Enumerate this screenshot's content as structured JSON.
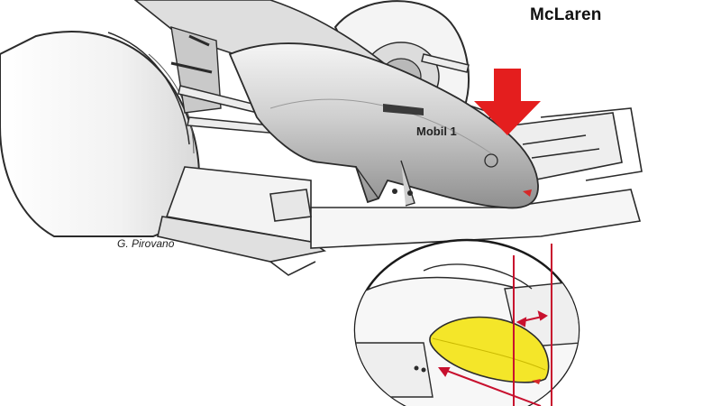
{
  "labels": {
    "team": "McLaren",
    "artist": "G. Pirovano",
    "nose_sponsor": "Mobil 1"
  },
  "colors": {
    "arrow": "#e41e1e",
    "highlight": "#f4e629",
    "measure_lines": "#c8102e",
    "nose_tip": "#d62828",
    "body_light": "#e9e9e9",
    "body_mid": "#bdbdbd",
    "body_dark": "#8c8c8c",
    "outline": "#2b2b2b"
  },
  "icons": {
    "main": "f1-car-front-illustration",
    "indicator": "down-arrow-icon",
    "inset": "nose-detail-inset"
  }
}
